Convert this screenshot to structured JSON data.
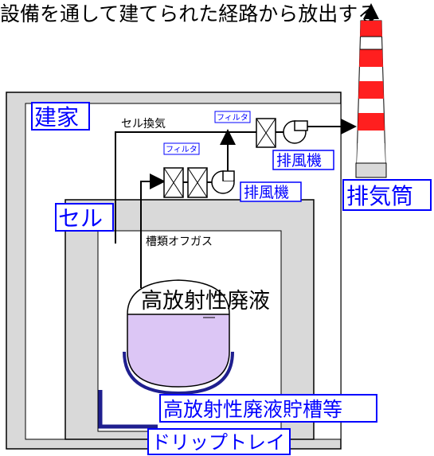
{
  "caption_top": "設備を通して建てられた経路から放出する",
  "labels": {
    "building": "建家",
    "cell": "セル",
    "cell_ventilation": "セル換気",
    "tank_offgas": "槽類オフガス",
    "filter_upper": "フィルタ",
    "filter_lower": "フィルタ",
    "fan_upper": "排風機",
    "fan_lower": "排風機",
    "stack": "排気筒",
    "hlw": "高放射性廃液",
    "hlw_tanks": "高放射性廃液貯槽等",
    "drip_tray": "ドリップトレイ"
  },
  "colors": {
    "label_blue": "#0000ff",
    "building_gray": "#d9d9d9",
    "liquid_purple": "#dcc6f5",
    "stack_red": "#ff1f1f",
    "tray_navy": "#1f1f8f"
  }
}
